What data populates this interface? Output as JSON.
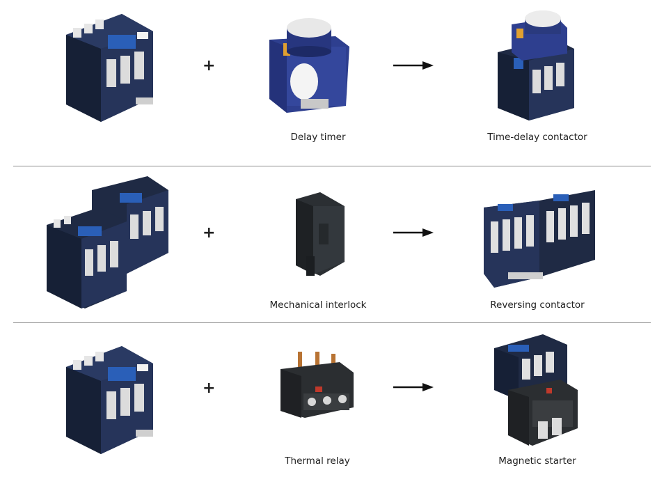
{
  "rows": [
    {
      "base": "contactor",
      "accessory_label": "Delay timer",
      "result_label": "Time-delay contactor"
    },
    {
      "base": "double-contactor",
      "accessory_label": "Mechanical interlock",
      "result_label": "Reversing contactor"
    },
    {
      "base": "contactor",
      "accessory_label": "Thermal relay",
      "result_label": "Magnetic starter"
    }
  ],
  "operators": {
    "plus": "+"
  },
  "colors": {
    "body": "#1f2a44",
    "terminal": "#e6e6e6",
    "accent_blue": "#2a5fb8",
    "timer_blue": "#2e3f8f",
    "divider": "#8c8c8c"
  }
}
